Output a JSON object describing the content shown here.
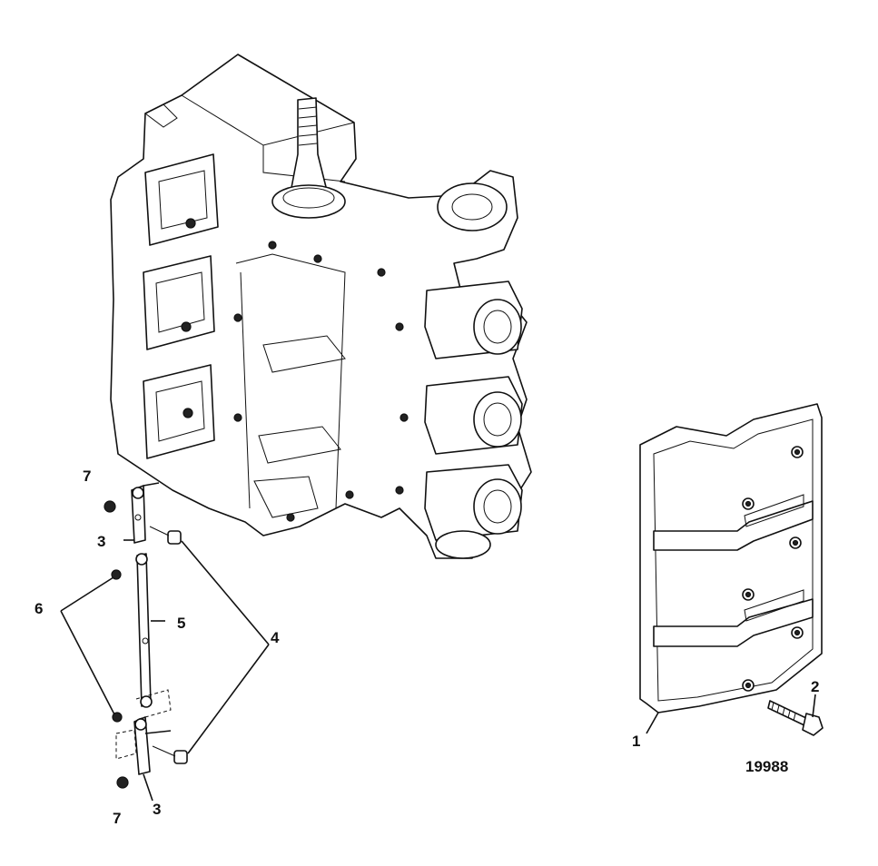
{
  "figure_number": "19988",
  "callouts": {
    "c1": "1",
    "c2": "2",
    "c3_top": "3",
    "c3_bottom": "3",
    "c4": "4",
    "c5": "5",
    "c6": "6",
    "c7_top": "7",
    "c7_bottom": "7"
  },
  "parts": [
    {
      "number": "1",
      "icon": "exhaust-cover-plate"
    },
    {
      "number": "2",
      "icon": "hex-bolt"
    },
    {
      "number": "3",
      "icon": "linkage-bracket"
    },
    {
      "number": "4",
      "icon": "clip"
    },
    {
      "number": "5",
      "icon": "throttle-link-rod"
    },
    {
      "number": "6",
      "icon": "ball-stud"
    },
    {
      "number": "7",
      "icon": "nut"
    }
  ]
}
